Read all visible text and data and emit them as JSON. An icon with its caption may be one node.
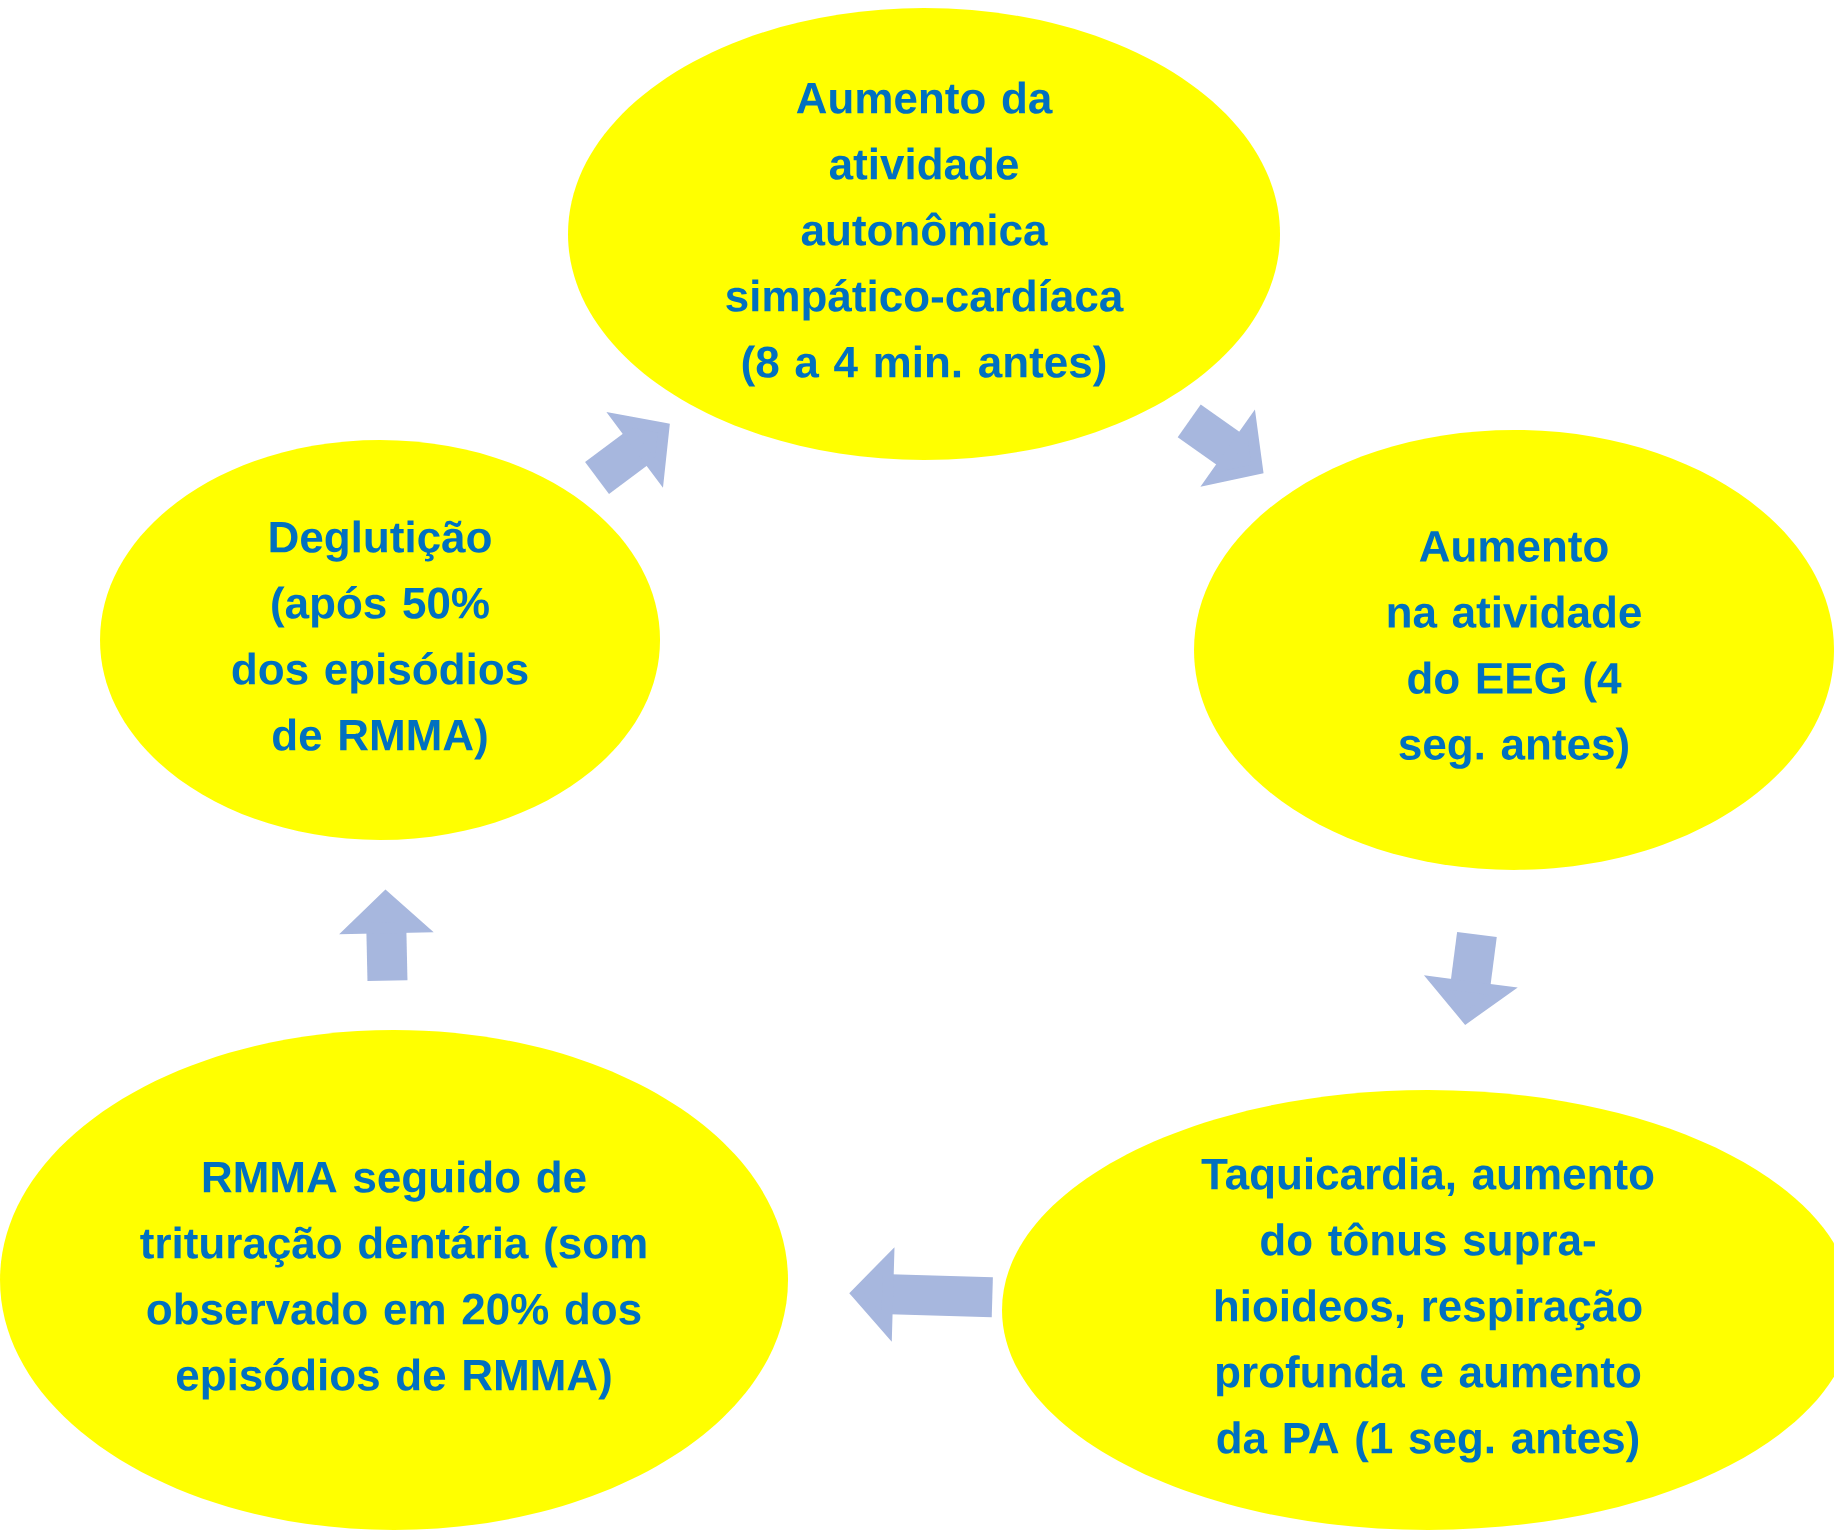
{
  "diagram": {
    "nodes": [
      {
        "text": [
          "Aumento da atividade autonômica simpático-cardíaca (8 a 4 min. antes)"
        ]
      },
      {
        "text": [
          "Aumento na atividade do EEG (4 seg. antes)"
        ]
      },
      {
        "text": [
          "Taquicardia, aumento do tônus supra-hioideos, respiração profunda e aumento da PA (1 seg. antes)"
        ]
      },
      {
        "text": [
          "RMMA seguido de trituração dentária (som observado em 20% dos episódios de RMMA)"
        ]
      },
      {
        "text": [
          "Deglutição (após 50% dos episódios de RMMA)"
        ]
      }
    ],
    "edges": [
      {
        "from": 0,
        "to": 1,
        "arrow": "to"
      },
      {
        "from": 1,
        "to": 2,
        "arrow": "to"
      },
      {
        "from": 2,
        "to": 3,
        "arrow": "to"
      },
      {
        "from": 3,
        "to": 4,
        "arrow": "to"
      },
      {
        "from": 4,
        "to": 0,
        "arrow": "to"
      }
    ]
  }
}
